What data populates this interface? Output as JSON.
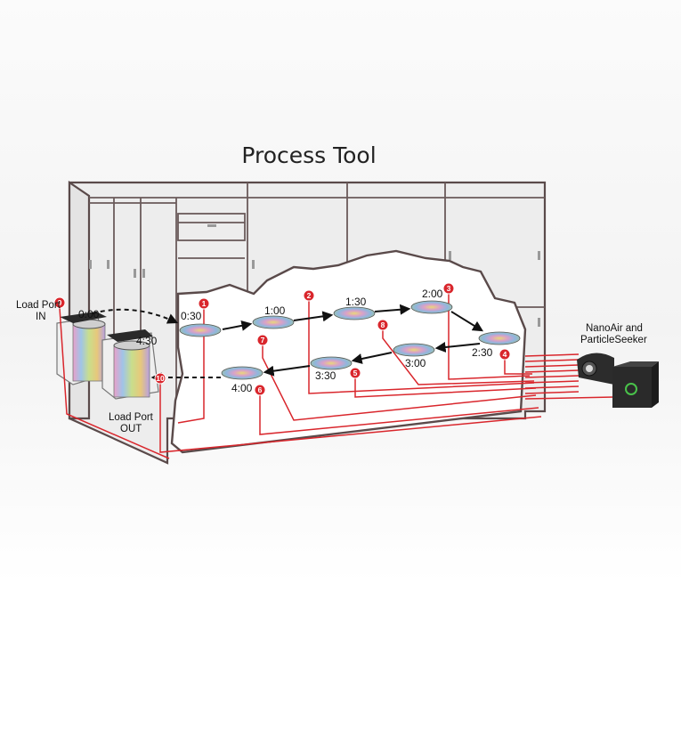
{
  "diagram": {
    "title": "Process Tool",
    "load_port_in": [
      "Load Port",
      "IN"
    ],
    "load_port_out": [
      "Load Port",
      "OUT"
    ],
    "instrument": [
      "NanoAir and",
      "ParticleSeeker"
    ],
    "steps": [
      {
        "time": "0:00",
        "marker": "9"
      },
      {
        "time": "0:30",
        "marker": "1"
      },
      {
        "time": "1:00",
        "marker": "7"
      },
      {
        "time": "1:30",
        "marker": "2"
      },
      {
        "time": "2:00",
        "marker": "3"
      },
      {
        "time": "2:30",
        "marker": "4"
      },
      {
        "time": "3:00",
        "marker": "8"
      },
      {
        "time": "3:30",
        "marker": "5"
      },
      {
        "time": "4:00",
        "marker": "6"
      },
      {
        "time": "4:30",
        "marker": "10"
      }
    ],
    "colors": {
      "sample_line": "#d9262c",
      "outline": "#5a4a4a",
      "cabinet_fill": "#ededed"
    }
  }
}
